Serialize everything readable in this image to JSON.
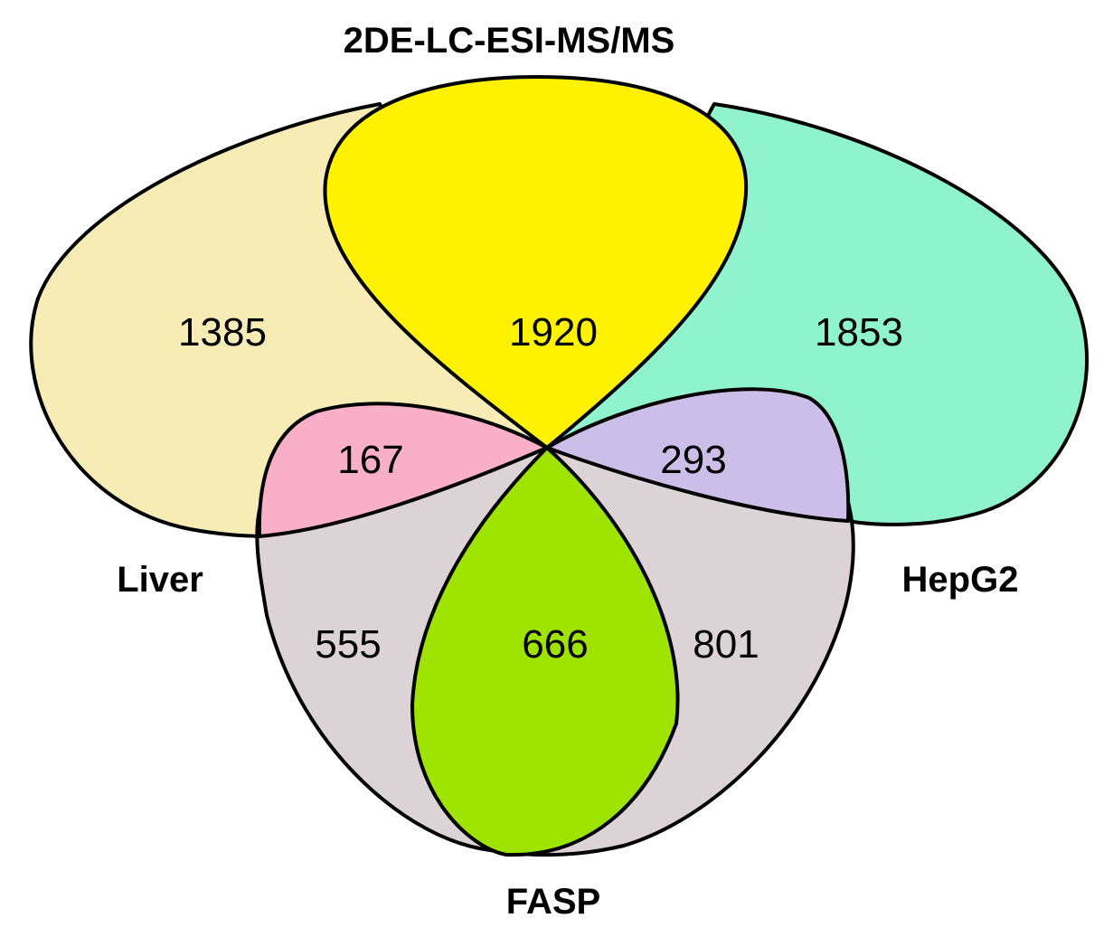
{
  "diagram": {
    "sets": {
      "top": {
        "label": "2DE-LC-ESI-MS/MS"
      },
      "left": {
        "label": "Liver"
      },
      "right": {
        "label": "HepG2"
      },
      "bottom": {
        "label": "FASP"
      }
    },
    "regions": {
      "liver_2de": "1385",
      "center_top": "1920",
      "hepg2_2de": "1853",
      "liver_left_petal": "167",
      "hepg2_right_petal": "293",
      "liver_fasp": "555",
      "center_bottom": "666",
      "hepg2_fasp": "801"
    },
    "colors": {
      "liver_region": "#f7ecb6",
      "hepg2_region": "#8ff3ce",
      "top_petal": "#fff200",
      "left_petal": "#f9afc8",
      "right_petal": "#cbbfea",
      "bottom_lobe": "#dcd3d7",
      "bottom_petal": "#9fe300",
      "outline": "#000000"
    }
  }
}
